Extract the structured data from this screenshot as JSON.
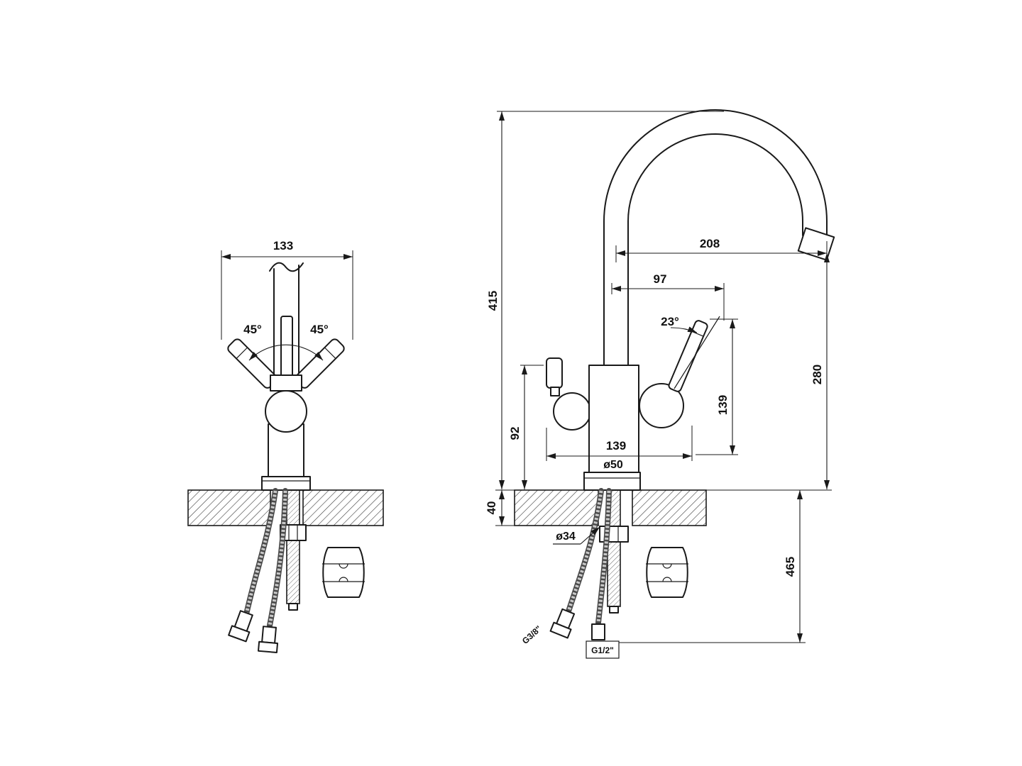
{
  "front_view": {
    "overall_width": "133",
    "angle_left": "45°",
    "angle_right": "45°"
  },
  "side_view": {
    "total_height": "415",
    "spout_reach": "208",
    "handle_reach": "97",
    "handle_angle": "23°",
    "spout_height": "280",
    "lever_height": "139",
    "body_height": "92",
    "body_width": "139",
    "base_diameter": "ø50",
    "counter_thickness": "40",
    "hole_diameter": "ø34",
    "under_counter_depth": "465",
    "hose_thread": "G3/8\"",
    "shank_thread": "G1/2\""
  }
}
